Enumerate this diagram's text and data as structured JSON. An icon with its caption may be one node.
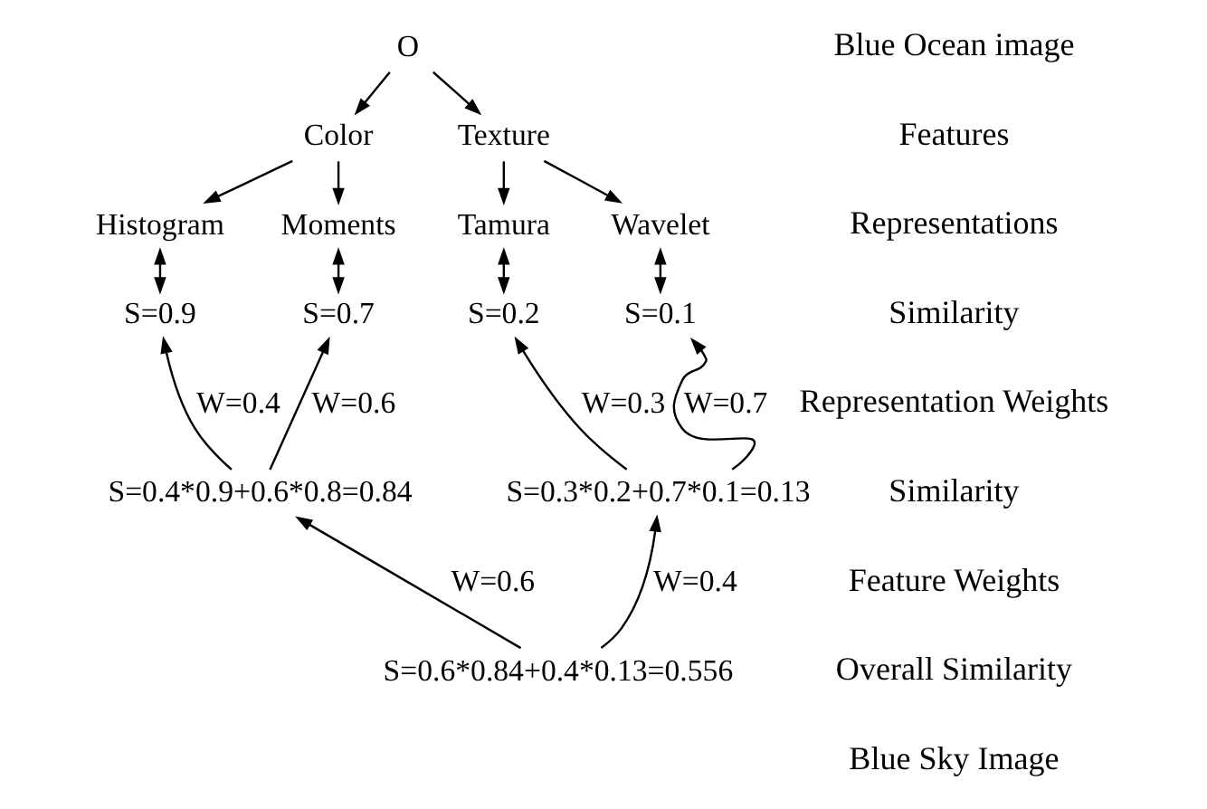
{
  "diagram": {
    "nodes": [
      {
        "text": [
          "O"
        ]
      },
      {
        "text": [
          "Color"
        ]
      },
      {
        "text": [
          "Texture"
        ]
      },
      {
        "text": [
          "Histogram"
        ]
      },
      {
        "text": [
          "Moments"
        ]
      },
      {
        "text": [
          "Tamura"
        ]
      },
      {
        "text": [
          "Wavelet"
        ]
      },
      {
        "text": [
          "S=0.9"
        ]
      },
      {
        "text": [
          "S=0.7"
        ]
      },
      {
        "text": [
          "S=0.2"
        ]
      },
      {
        "text": [
          "S=0.1"
        ]
      },
      {
        "text": [
          "S=0.4*0.9+0.6*0.8=0.84"
        ]
      },
      {
        "text": [
          "S=0.3*0.2+0.7*0.1=0.13"
        ]
      },
      {
        "text": [
          "S=0.6*0.84+0.4*0.13=0.556"
        ]
      }
    ],
    "edges": [
      {
        "from": 0,
        "to": 1,
        "arrow": "to"
      },
      {
        "from": 0,
        "to": 2,
        "arrow": "to"
      },
      {
        "from": 1,
        "to": 3,
        "arrow": "to"
      },
      {
        "from": 1,
        "to": 4,
        "arrow": "to"
      },
      {
        "from": 2,
        "to": 5,
        "arrow": "to"
      },
      {
        "from": 2,
        "to": 6,
        "arrow": "to"
      },
      {
        "from": 3,
        "to": 7,
        "arrow": "both"
      },
      {
        "from": 4,
        "to": 8,
        "arrow": "both"
      },
      {
        "from": 5,
        "to": 9,
        "arrow": "both"
      },
      {
        "from": 6,
        "to": 10,
        "arrow": "both"
      },
      {
        "from": 11,
        "to": 7,
        "arrow": "to",
        "label": "W=0.4"
      },
      {
        "from": 11,
        "to": 8,
        "arrow": "to",
        "label": "W=0.6"
      },
      {
        "from": 12,
        "to": 9,
        "arrow": "to",
        "label": "W=0.3"
      },
      {
        "from": 12,
        "to": 10,
        "arrow": "to",
        "label": "W=0.7"
      },
      {
        "from": 13,
        "to": 11,
        "arrow": "to",
        "label": "W=0.6"
      },
      {
        "from": 13,
        "to": 12,
        "arrow": "to",
        "label": "W=0.4"
      }
    ],
    "labels": [
      "Blue Ocean image",
      "Features",
      "Representations",
      "Similarity",
      "Representation Weights",
      "Similarity",
      "Feature Weights",
      "Overall Similarity",
      "Blue Sky Image"
    ]
  }
}
